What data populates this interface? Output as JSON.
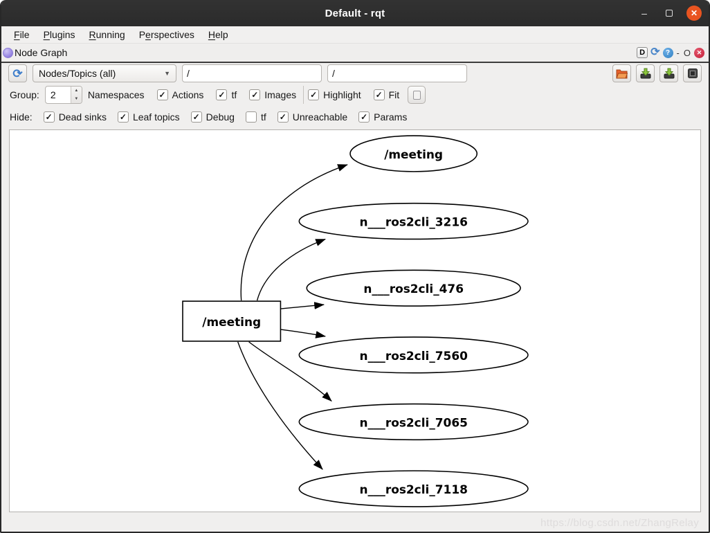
{
  "window": {
    "title": "Default - rqt",
    "minimize_glyph": "–",
    "close_glyph": "✕"
  },
  "menubar": {
    "items": [
      {
        "pre": "",
        "key": "F",
        "rest": "ile"
      },
      {
        "pre": "",
        "key": "P",
        "rest": "lugins"
      },
      {
        "pre": "",
        "key": "R",
        "rest": "unning"
      },
      {
        "pre": "P",
        "key": "e",
        "rest": "rspectives"
      },
      {
        "pre": "",
        "key": "H",
        "rest": "elp"
      }
    ]
  },
  "plugin": {
    "title": "Node Graph",
    "dock_button": "D",
    "help_glyph": "?",
    "collapse_glyph": "-",
    "float_glyph": "O",
    "close_glyph": "✕"
  },
  "toolbar": {
    "graph_type_value": "Nodes/Topics (all)",
    "node_filter_value": "/",
    "topic_filter_value": "/"
  },
  "options_row": {
    "group_label": "Group:",
    "group_value": "2",
    "namespaces_label": "Namespaces",
    "checks": [
      {
        "label": "Actions",
        "checked": true
      },
      {
        "label": "tf",
        "checked": true
      },
      {
        "label": "Images",
        "checked": true
      }
    ],
    "highlight": {
      "label": "Highlight",
      "checked": true
    },
    "fit": {
      "label": "Fit",
      "checked": true
    }
  },
  "hide_row": {
    "label": "Hide:",
    "checks": [
      {
        "label": "Dead sinks",
        "checked": true
      },
      {
        "label": "Leaf topics",
        "checked": true
      },
      {
        "label": "Debug",
        "checked": true
      },
      {
        "label": "tf",
        "checked": false
      },
      {
        "label": "Unreachable",
        "checked": true
      },
      {
        "label": "Params",
        "checked": true
      }
    ]
  },
  "graph": {
    "box_node": "/meeting",
    "ellipse_nodes": [
      "/meeting",
      "n___ros2cli_3216",
      "n___ros2cli_476",
      "n___ros2cli_7560",
      "n___ros2cli_7065",
      "n___ros2cli_7118"
    ],
    "edges": [
      {
        "from": "/meeting",
        "to": "/meeting"
      },
      {
        "from": "/meeting",
        "to": "n___ros2cli_3216"
      },
      {
        "from": "/meeting",
        "to": "n___ros2cli_476"
      },
      {
        "from": "/meeting",
        "to": "n___ros2cli_7560"
      },
      {
        "from": "/meeting",
        "to": "n___ros2cli_7065"
      },
      {
        "from": "/meeting",
        "to": "n___ros2cli_7118"
      }
    ],
    "colors": {
      "stroke": "#000000",
      "fill": "#ffffff"
    }
  },
  "watermark": "https://blog.csdn.net/ZhangRelay"
}
